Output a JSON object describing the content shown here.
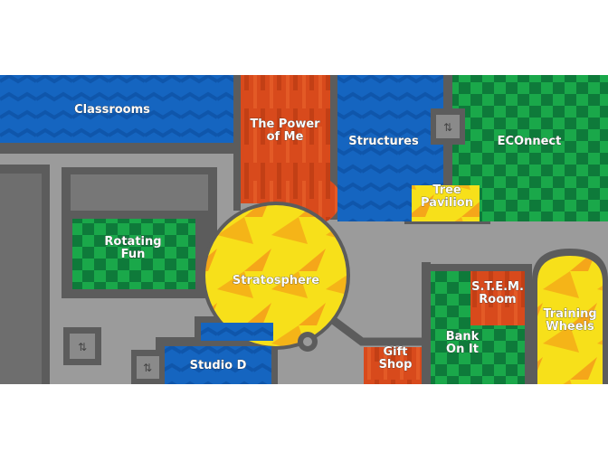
{
  "map": {
    "rooms": [
      {
        "id": "classrooms",
        "lines": [
          "Classrooms"
        ]
      },
      {
        "id": "power-of-me",
        "lines": [
          "The Power",
          "of Me"
        ]
      },
      {
        "id": "structures",
        "lines": [
          "Structures"
        ]
      },
      {
        "id": "econnect",
        "lines": [
          "ECOnnect"
        ]
      },
      {
        "id": "tree-pavilion",
        "lines": [
          "Tree",
          "Pavilion"
        ]
      },
      {
        "id": "rotating-fun",
        "lines": [
          "Rotating",
          "Fun"
        ]
      },
      {
        "id": "stratosphere",
        "lines": [
          "Stratosphere"
        ]
      },
      {
        "id": "studio-d",
        "lines": [
          "Studio D"
        ]
      },
      {
        "id": "gift-shop",
        "lines": [
          "Gift",
          "Shop"
        ]
      },
      {
        "id": "bank-on-it",
        "lines": [
          "Bank",
          "On It"
        ]
      },
      {
        "id": "stem-room",
        "lines": [
          "S.T.E.M.",
          "Room"
        ]
      },
      {
        "id": "training-wheels",
        "lines": [
          "Training",
          "Wheels"
        ]
      }
    ],
    "icons": [
      "elevator-icon",
      "elevator-icon",
      "elevator-icon"
    ],
    "colors": {
      "blue": "#1565c0",
      "red": "#d84a1c",
      "green": "#139a43",
      "yellow": "#f7e01a",
      "corridor": "#9b9b9b",
      "wall": "#5c5c5c"
    }
  }
}
